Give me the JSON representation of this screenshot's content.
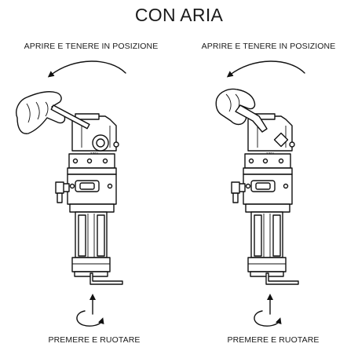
{
  "title": "CON ARIA",
  "panels": [
    {
      "instruction_top": "APRIRE E TENERE IN POSIZIONE",
      "instruction_bottom": "PREMERE E RUOTARE",
      "gauge_label": "135°"
    },
    {
      "instruction_top": "APRIRE E TENERE IN POSIZIONE",
      "instruction_bottom": "PREMERE E RUOTARE",
      "gauge_label": "135°"
    }
  ],
  "colors": {
    "ink": "#111111",
    "background": "#ffffff"
  },
  "icons": [
    "rotate-ccw-arrow-icon",
    "push-rotate-arrow-icon",
    "hand-icon",
    "wrench-icon"
  ]
}
